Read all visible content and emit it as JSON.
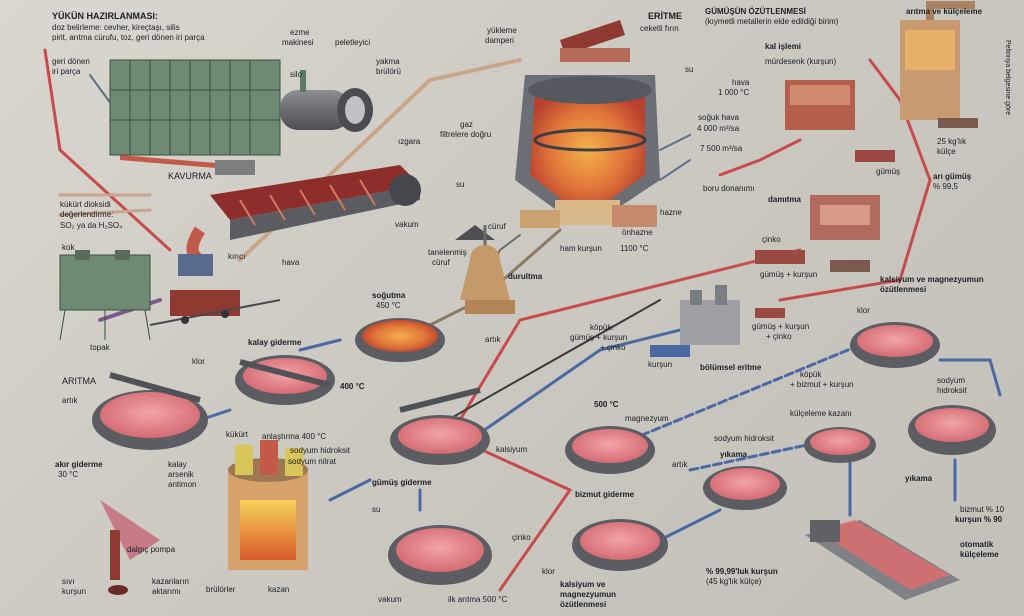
{
  "ore_prep": {
    "title": "YÜKÜN HAZIRLANMASI:",
    "desc1": "doz belirleme: cevher, kireçtaşı, silis",
    "desc2": "pirit, arıtma cürufu, toz, geri dönen iri parça",
    "crusher": "ezme",
    "crusher2": "makinesi",
    "pelletizer": "peletleyici",
    "return": "geri dönen",
    "return2": "iri parça",
    "burner": "yakma",
    "burner2": "brülörü",
    "sil": "silo",
    "grate": "ızgara",
    "roasting": "KAVURMA",
    "so2_1": "kükürt dioksidi",
    "so2_2": "değerlendirme:",
    "so2_3": "SO₂ ya da H₂SO₄",
    "vacuum": "vakum",
    "breaker": "kırıcı",
    "air": "hava",
    "coke": "kok",
    "dust": "topak"
  },
  "smelting": {
    "title": "ERİTME",
    "furnace": "ceketli fırın",
    "loading": "yükleme",
    "loading2": "damperi",
    "water": "su",
    "gas": "gaz",
    "gas2": "filtrelere doğru",
    "hot_air": "hava",
    "hot_air_t": "1 000 °C",
    "cold_air": "soğuk hava",
    "flow1": "4 000 m³/sa",
    "flow2": "7 500 m³/sa",
    "pipes": "boru donanımı",
    "tank": "hazne",
    "slag": "cüruf",
    "granulated": "tanelenmiş",
    "granulated2": "cüruf",
    "forehearth": "önhazne",
    "crude_lead": "ham kurşun",
    "temp": "1100 °C"
  },
  "silver": {
    "title": "GÜMÜŞÜN ÖZÜTLENMESİ",
    "subtitle": "(kıymetli metallerin elde edildiği birim)",
    "cupel": "kal işlemi",
    "litharge": "mürdesenk (kurşun)",
    "refine": "arıtma ve külçeleme",
    "silver": "gümüş",
    "ingot": "25 kg'lık",
    "ingot2": "külçe",
    "pure": "arı gümüş",
    "pure2": "% 99,5",
    "vertical": "Peltonya belgesine göre",
    "distill": "damıtma",
    "zinc": "çinko",
    "ag_pb": "gümüş + kurşun"
  },
  "cooling": {
    "title": "durultma",
    "soguma": "soğutma",
    "soguma_t": "450 °C",
    "artik": "artık"
  },
  "refining": {
    "title": "ARITMA",
    "tin": "kalay giderme",
    "chlorine": "klor",
    "t400": "400 °C",
    "residue": "artık",
    "softening": "anlaştırma 400 °C",
    "naoh": "sodyum hidroksit",
    "nano3": "sodyum nitrat",
    "sulfur": "kükürt",
    "tin2": "kalay",
    "arsenic": "arsenik",
    "antimony": "antimon",
    "copper": "akır giderme",
    "copper_t": "30 °C",
    "desilver": "gümüş giderme",
    "water": "su",
    "zinc": "çinko",
    "vacuum": "vakum",
    "first": "ilk arıtma 500 °C",
    "pump": "dalgıç pompa",
    "liquid": "sıvı",
    "liquid2": "kurşun",
    "transfer": "kazanların",
    "transfer2": "aktarımı",
    "burners": "brülörler",
    "kettle": "kazan"
  },
  "fractional": {
    "foam": "köpük:",
    "foam2": "gümüş + kurşun",
    "foam3": "+ çinko",
    "ag_pb": "gümüş + kurşun",
    "zn": "+ çinko",
    "lead": "kurşun",
    "title": "bölümsel eritme"
  },
  "bismuth": {
    "t500": "500 °C",
    "magnesium": "magnezyum",
    "calcium": "kalsiyum",
    "title": "bizmut giderme",
    "residue": "artık",
    "chlorine": "klor",
    "camg": "kalsiyum ve",
    "camg2": "magnezyumun",
    "camg3": "özütlenmesi"
  },
  "camg_extract": {
    "title": "kalsiyum ve magnezyumun",
    "title2": "özütlenmesi",
    "chlorine": "klor",
    "foam": "köpük",
    "foam2": "+ bizmut + kurşun",
    "naoh": "sodyum",
    "naoh2": "hidroksit",
    "kettle": "külçeleme kazanı",
    "naoh3": "sodyum hidroksit",
    "washing": "yıkama",
    "washing2": "yıkama",
    "bi": "bizmut % 10",
    "pb": "kurşun % 90",
    "pure_lead": "% 99,99'luk kurşun",
    "pure_lead2": "(45 kg'lık külçe)",
    "auto": "otomatik",
    "auto2": "külçeleme"
  }
}
